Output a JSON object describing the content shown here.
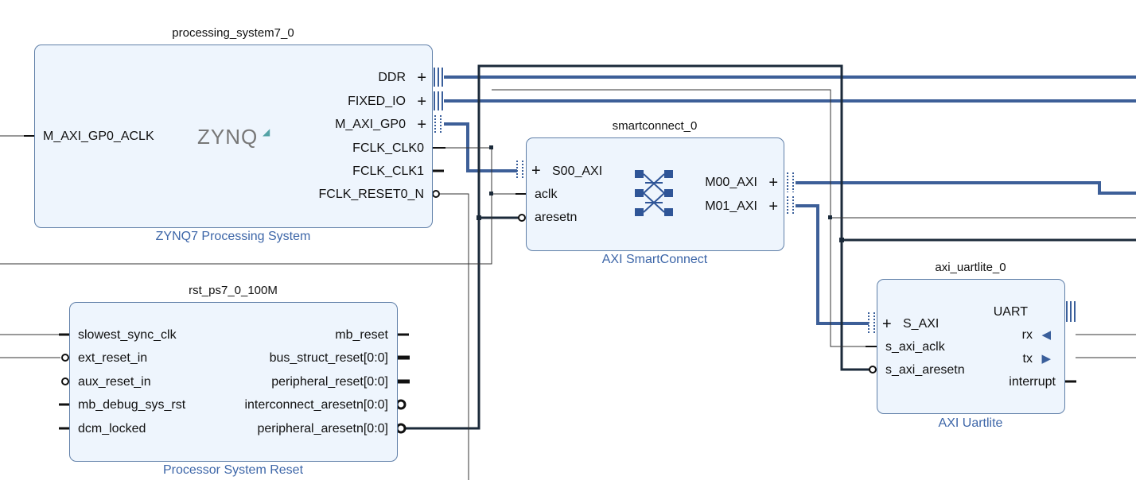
{
  "blocks": {
    "ps7": {
      "instance": "processing_system7_0",
      "type_label": "ZYNQ7 Processing System",
      "logo_text": "ZYNQ",
      "ports_left": [
        "M_AXI_GP0_ACLK"
      ],
      "ports_right": [
        "DDR",
        "FIXED_IO",
        "M_AXI_GP0",
        "FCLK_CLK0",
        "FCLK_CLK1",
        "FCLK_RESET0_N"
      ]
    },
    "smartconnect": {
      "instance": "smartconnect_0",
      "type_label": "AXI SmartConnect",
      "ports_left": [
        "S00_AXI",
        "aclk",
        "aresetn"
      ],
      "ports_right": [
        "M00_AXI",
        "M01_AXI"
      ]
    },
    "rst": {
      "instance": "rst_ps7_0_100M",
      "type_label": "Processor System Reset",
      "ports_left": [
        "slowest_sync_clk",
        "ext_reset_in",
        "aux_reset_in",
        "mb_debug_sys_rst",
        "dcm_locked"
      ],
      "ports_right": [
        "mb_reset",
        "bus_struct_reset[0:0]",
        "peripheral_reset[0:0]",
        "interconnect_aresetn[0:0]",
        "peripheral_aresetn[0:0]"
      ]
    },
    "uart": {
      "instance": "axi_uartlite_0",
      "type_label": "AXI Uartlite",
      "ports_left": [
        "S_AXI",
        "s_axi_aclk",
        "s_axi_aresetn"
      ],
      "ports_right": [
        "UART",
        "rx",
        "tx",
        "interrupt"
      ]
    }
  },
  "icons": {
    "bus_expand": "plus-icon",
    "bus_collapse": "minus-icon",
    "input_arrow": "triangle-left-icon",
    "output_arrow": "triangle-right-icon",
    "crossbar": "crossbar-icon",
    "reset_bubble": "circle-icon"
  },
  "colors": {
    "block_fill": "#eef5fd",
    "block_border": "#5f7fa8",
    "bus_wire": "#3d5f98",
    "dark_wire": "#1b2a3a",
    "thin_wire": "#333333",
    "type_label": "#3d66a8"
  }
}
